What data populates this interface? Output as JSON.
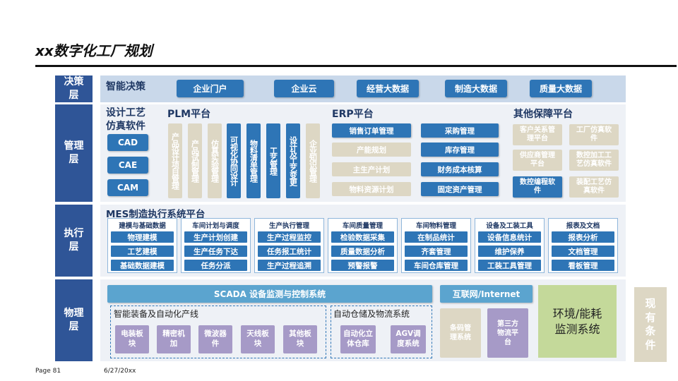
{
  "title": "xx数字化工厂规划",
  "layers": {
    "decision": "决策\n层",
    "management": "管理\n层",
    "execution": "执行\n层",
    "physical": "物理\n层"
  },
  "decision": {
    "title": "智能决策",
    "items": [
      "企业门户",
      "企业云",
      "经营大数据",
      "制造大数据",
      "质量大数据"
    ]
  },
  "sim": {
    "title": "设计工艺\n仿真软件",
    "items": [
      "CAD",
      "CAE",
      "CAM"
    ]
  },
  "plm": {
    "title": "PLM平台",
    "items": [
      {
        "label": "产品设计项目管理",
        "style": "beige"
      },
      {
        "label": "产品试制管理",
        "style": "beige"
      },
      {
        "label": "仿真实验管理",
        "style": "beige"
      },
      {
        "label": "可视化协同设计",
        "style": "blue"
      },
      {
        "label": "物料清单管理",
        "style": "blue"
      },
      {
        "label": "工艺管理",
        "style": "blue"
      },
      {
        "label": "设计及工艺变更",
        "style": "blue"
      },
      {
        "label": "企业知识管理",
        "style": "beige"
      }
    ]
  },
  "erp": {
    "title": "ERP平台",
    "left": [
      {
        "label": "销售订单管理",
        "style": "blue"
      },
      {
        "label": "产能规划",
        "style": "beige"
      },
      {
        "label": "主生产计划",
        "style": "beige"
      },
      {
        "label": "物料资源计划",
        "style": "beige"
      }
    ],
    "right": [
      {
        "label": "采购管理",
        "style": "blue"
      },
      {
        "label": "库存管理",
        "style": "blue"
      },
      {
        "label": "财务成本核算",
        "style": "blue"
      },
      {
        "label": "固定资产管理",
        "style": "blue"
      }
    ]
  },
  "other": {
    "title": "其他保障平台",
    "items": [
      {
        "label": "客户关系管\n理平台",
        "style": "beige"
      },
      {
        "label": "工厂仿真软\n件",
        "style": "beige"
      },
      {
        "label": "供应商管理\n平台",
        "style": "beige"
      },
      {
        "label": "数控加工工\n艺仿真软件",
        "style": "beige"
      },
      {
        "label": "数控编程软\n件",
        "style": "blue"
      },
      {
        "label": "装配工艺仿\n真软件",
        "style": "beige"
      }
    ]
  },
  "mes": {
    "title": "MES制造执行系统平台",
    "groups": [
      {
        "title": "建模与基础数据",
        "items": [
          "物理建模",
          "工艺建模",
          "基础数据建模"
        ]
      },
      {
        "title": "车间计划与调度",
        "items": [
          "生产计划创建",
          "生产任务下达",
          "任务分派"
        ]
      },
      {
        "title": "生产执行管理",
        "items": [
          "生产过程监控",
          "任务报工统计",
          "生产过程追溯"
        ]
      },
      {
        "title": "车间质量管理",
        "items": [
          "检验数据采集",
          "质量数据分析",
          "预警报警"
        ]
      },
      {
        "title": "车间物料管理",
        "items": [
          "在制品统计",
          "齐套管理",
          "车间仓库管理"
        ]
      },
      {
        "title": "设备及工装工具",
        "items": [
          "设备信息统计",
          "维护保养",
          "工装工具管理"
        ]
      },
      {
        "title": "报表及文档",
        "items": [
          "报表分析",
          "文档管理",
          "看板管理"
        ]
      }
    ]
  },
  "physical": {
    "scada": "SCADA 设备监测与控制系统",
    "internet": "互联网/Internet",
    "env": "环境/能耗\n监测系统",
    "existing": "现\n有\n条\n件",
    "equipment_title": "智能装备及自动化产线",
    "equipment": [
      "电装板\n块",
      "精密机\n加",
      "微波器\n件",
      "天线板\n块",
      "其他板\n块"
    ],
    "logistics_title": "自动仓储及物流系统",
    "logistics": [
      "自动化立\n体仓库",
      "AGV调\n度系统"
    ],
    "internet_items": [
      {
        "label": "条码管\n理系统",
        "style": "beige"
      },
      {
        "label": "第三方\n物流平\n台",
        "style": "purple"
      }
    ]
  },
  "footer": {
    "page": "Page 81",
    "date": "6/27/20xx"
  },
  "colors": {
    "layer": "#2f5597",
    "button": "#2e75b6",
    "beige": "#ddd7c4",
    "purple": "#a69ac7",
    "green": "#c4d99a",
    "scada": "#5ba4cf"
  }
}
